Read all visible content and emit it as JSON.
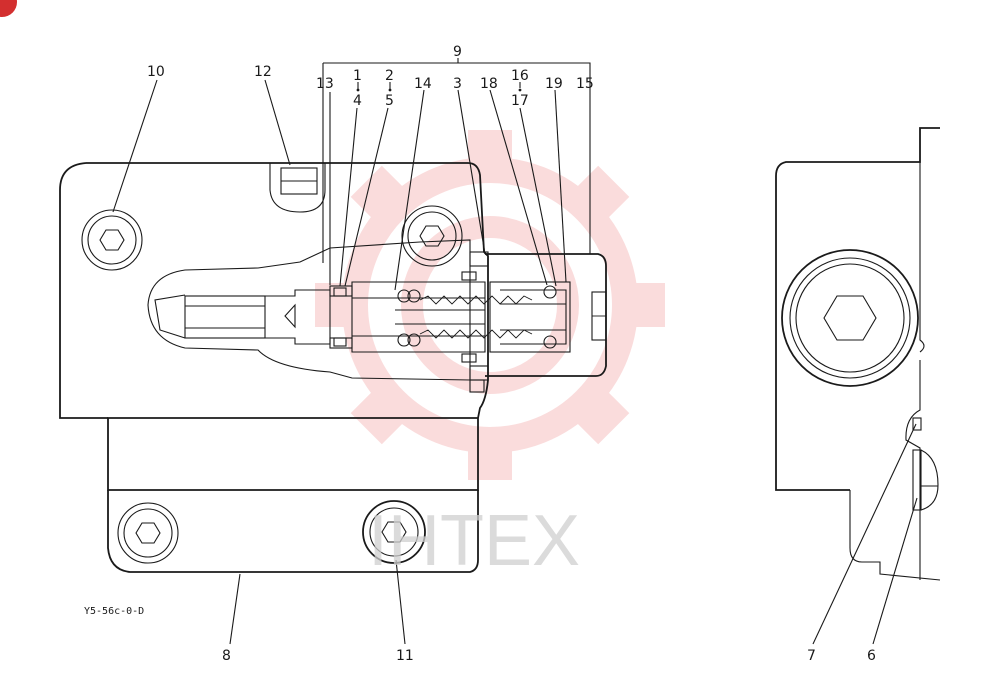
{
  "drawing_code": "Y5-56c-0-D",
  "watermark": {
    "text": "IHTEX",
    "color": "#f4b3b3"
  },
  "corner_badge_color": "#d32f2f",
  "callouts": {
    "c1": "1",
    "c2": "2",
    "c3": "3",
    "c4": "4",
    "c5": "5",
    "c6": "6",
    "c7": "7",
    "c8": "8",
    "c9": "9",
    "c10": "10",
    "c11": "11",
    "c12": "12",
    "c13": "13",
    "c14": "14",
    "c15": "15",
    "c16": "16",
    "c17": "17",
    "c18": "18",
    "c19": "19"
  }
}
